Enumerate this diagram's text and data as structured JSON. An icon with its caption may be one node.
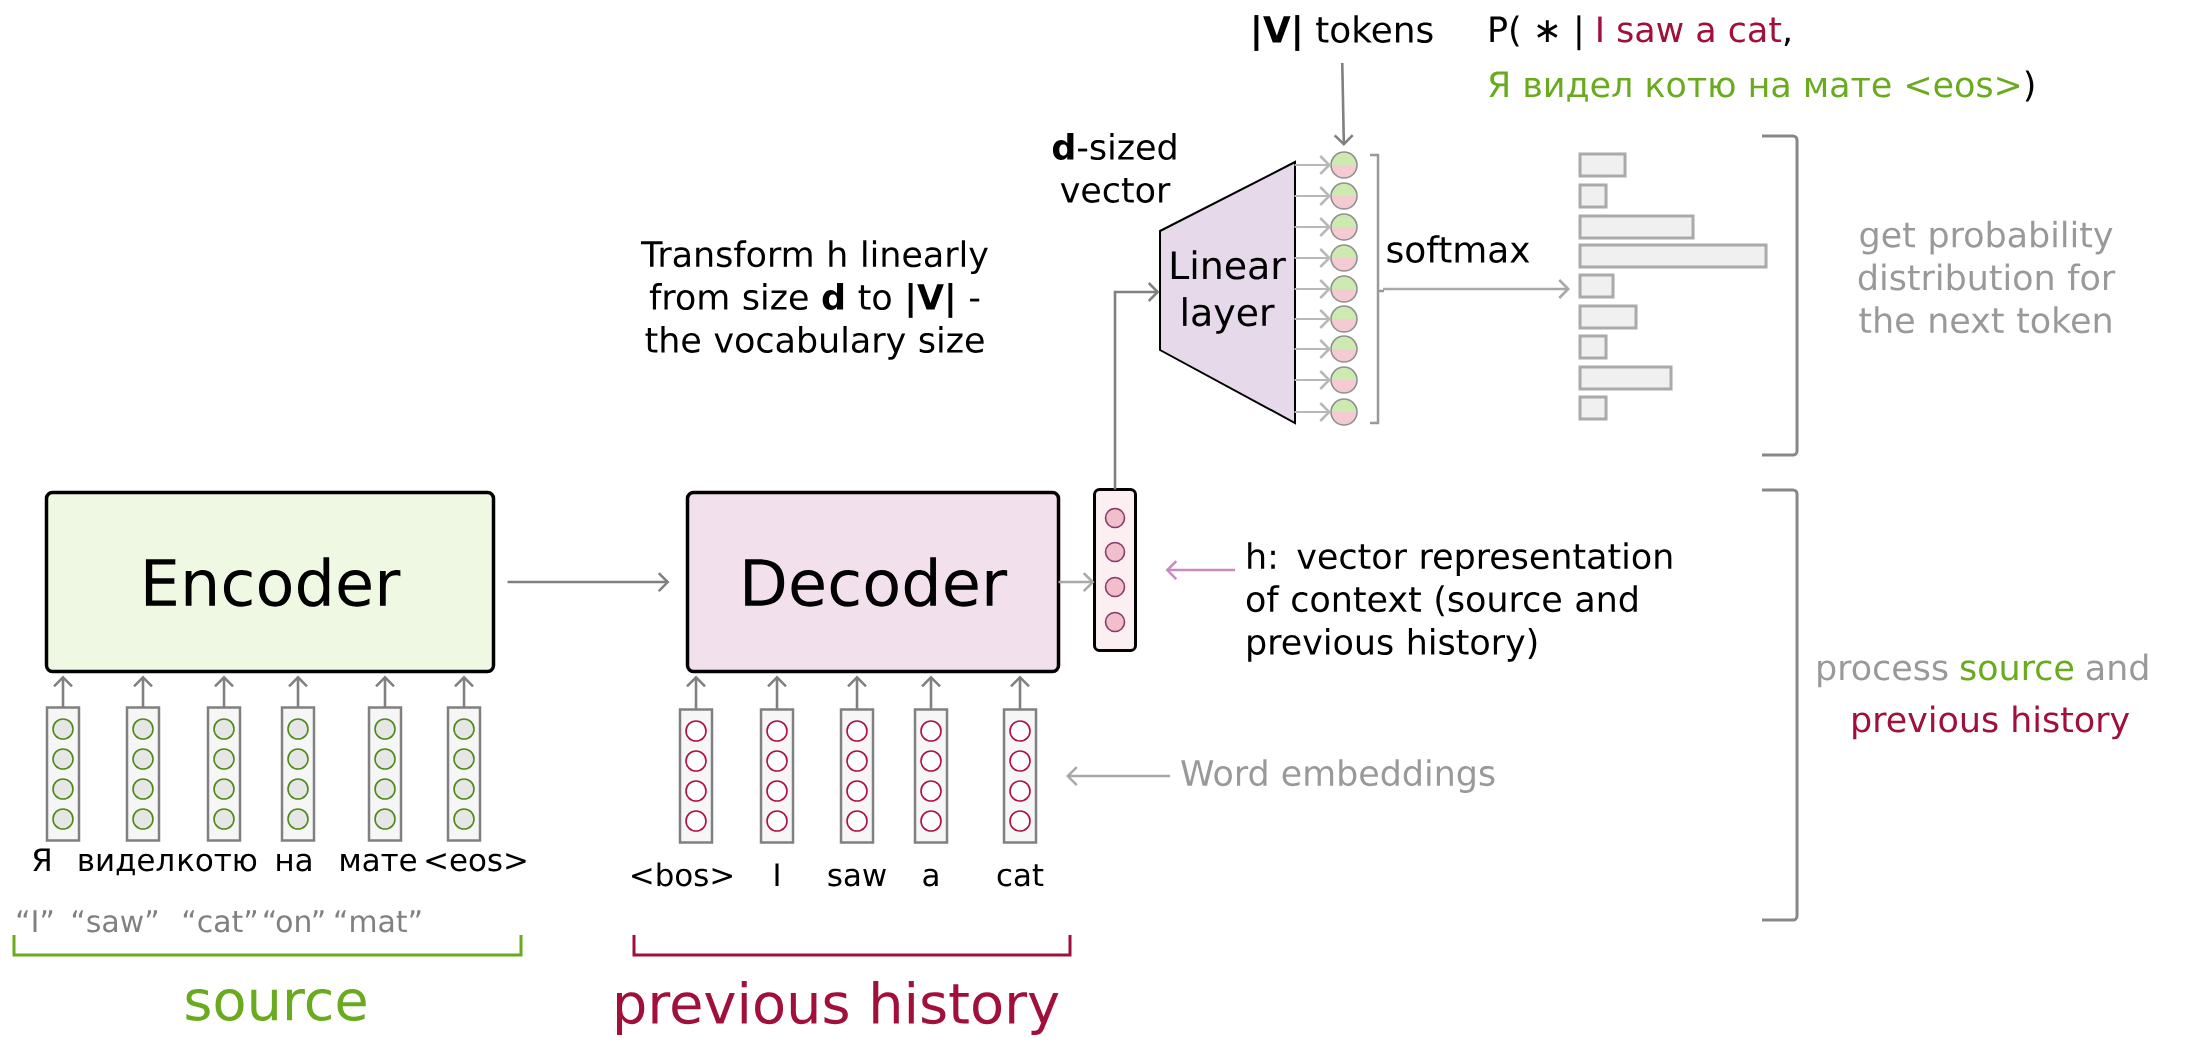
{
  "diagram": {
    "nodes": [
      {
        "text": [
          "Encoder"
        ]
      },
      {
        "text": [
          "Decoder"
        ]
      },
      {
        "text": [],
        "shape": "box"
      },
      {
        "text": [
          "Linear layer"
        ]
      },
      {
        "text": [],
        "shape": "circle"
      },
      {
        "text": [],
        "shape": "circle"
      },
      {
        "text": [],
        "shape": "circle"
      },
      {
        "text": [],
        "shape": "circle"
      },
      {
        "text": [],
        "shape": "circle"
      },
      {
        "text": [],
        "shape": "circle"
      },
      {
        "text": [],
        "shape": "circle"
      },
      {
        "text": [],
        "shape": "circle"
      },
      {
        "text": [],
        "shape": "circle"
      },
      {
        "text": [
          "**|V|** tokens"
        ]
      },
      {
        "text": [],
        "shape": "picture"
      },
      {
        "text": [],
        "shape": "box",
        "beside": [
          "Я"
        ]
      },
      {
        "text": [],
        "shape": "box",
        "beside": [
          "видел"
        ]
      },
      {
        "text": [],
        "shape": "box",
        "beside": [
          "котю"
        ]
      },
      {
        "text": [],
        "shape": "box",
        "beside": [
          "на"
        ]
      },
      {
        "text": [],
        "shape": "box",
        "beside": [
          "мате"
        ]
      },
      {
        "text": [],
        "shape": "box",
        "beside": [
          "<eos>"
        ]
      },
      {
        "text": [],
        "shape": "box",
        "beside": [
          "<bos>"
        ]
      },
      {
        "text": [],
        "shape": "box",
        "beside": [
          "I"
        ]
      },
      {
        "text": [],
        "shape": "box",
        "beside": [
          "saw"
        ]
      },
      {
        "text": [],
        "shape": "box",
        "beside": [
          "a"
        ]
      },
      {
        "text": [],
        "shape": "box",
        "beside": [
          "cat"
        ]
      },
      {
        "text": [
          "Word embeddings"
        ]
      },
      {
        "text": [
          "h: vector representation of context (source and previous history)"
        ]
      }
    ],
    "edges": [
      {
        "from": 0,
        "to": 1,
        "arrow": "to"
      },
      {
        "from": 1,
        "to": 2,
        "arrow": "to",
        "color": "#a8a8a8"
      },
      {
        "from": 2,
        "to": 3,
        "arrow": "to"
      },
      {
        "from": 3,
        "to": 4,
        "arrow": "to",
        "color": "#b8b8b8"
      },
      {
        "from": 3,
        "to": 5,
        "arrow": "to",
        "color": "#b8b8b8"
      },
      {
        "from": 3,
        "to": 6,
        "arrow": "to",
        "color": "#b8b8b8"
      },
      {
        "from": 3,
        "to": 7,
        "arrow": "to",
        "color": "#b8b8b8"
      },
      {
        "from": 3,
        "to": 8,
        "arrow": "to",
        "color": "#b8b8b8"
      },
      {
        "from": 3,
        "to": 9,
        "arrow": "to",
        "color": "#b8b8b8"
      },
      {
        "from": 3,
        "to": 10,
        "arrow": "to",
        "color": "#b8b8b8"
      },
      {
        "from": 3,
        "to": 11,
        "arrow": "to",
        "color": "#b8b8b8"
      },
      {
        "from": 3,
        "to": 12,
        "arrow": "to",
        "color": "#b8b8b8"
      },
      {
        "from": 13,
        "to": 4,
        "arrow": "to"
      },
      {
        "from": 8,
        "to": 14,
        "arrow": "to",
        "label": "softmax",
        "color": "#a8a8a8"
      },
      {
        "from": 15,
        "to": 0,
        "arrow": "to"
      },
      {
        "from": 16,
        "to": 0,
        "arrow": "to"
      },
      {
        "from": 17,
        "to": 0,
        "arrow": "to"
      },
      {
        "from": 18,
        "to": 0,
        "arrow": "to"
      },
      {
        "from": 19,
        "to": 0,
        "arrow": "to"
      },
      {
        "from": 20,
        "to": 0,
        "arrow": "to"
      },
      {
        "from": 21,
        "to": 1,
        "arrow": "to"
      },
      {
        "from": 22,
        "to": 1,
        "arrow": "to"
      },
      {
        "from": 23,
        "to": 1,
        "arrow": "to"
      },
      {
        "from": 24,
        "to": 1,
        "arrow": "to"
      },
      {
        "from": 25,
        "to": 1,
        "arrow": "to"
      },
      {
        "from": 26,
        "to": 25,
        "arrow": "to",
        "color": "#a8a8a8"
      },
      {
        "from": 27,
        "to": 2,
        "arrow": "to",
        "color": "#c98bbd"
      }
    ],
    "labels": [
      "**d**-sized vector",
      "Transform h linearly from size **d** to **|V|** - the vocabulary size",
      "P( ∗ |",
      "I saw a cat",
      ",",
      "Я видел котю на мате <eos>",
      ")",
      "get probability distribution for the next token",
      "process",
      "source",
      "and",
      "previous history",
      "“I”",
      "“saw”",
      "“cat”",
      "“on”",
      "“mat”",
      "source",
      "previous history"
    ]
  }
}
